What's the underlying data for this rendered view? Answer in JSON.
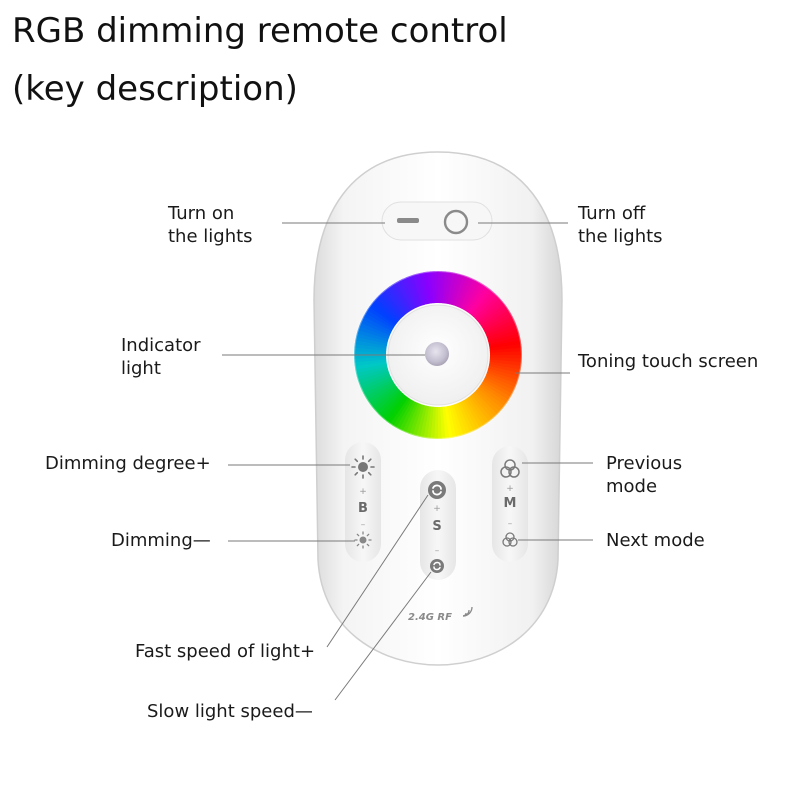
{
  "title": {
    "line1": "RGB dimming remote control",
    "line2": "(key description)"
  },
  "callouts": {
    "turn_on": [
      "Turn on",
      "the lights"
    ],
    "turn_off": [
      "Turn off",
      "the lights"
    ],
    "indicator": [
      "Indicator",
      "light"
    ],
    "toning": "Toning touch screen",
    "dim_up": "Dimming degree+",
    "previous_mode": [
      "Previous",
      "mode"
    ],
    "dim_down": "Dimming—",
    "next_mode": "Next mode",
    "fast_speed": "Fast speed of light+",
    "slow_speed": "Slow light speed—"
  },
  "remote": {
    "key_b": "B",
    "key_s": "S",
    "key_m": "M",
    "plus": "+",
    "minus": "–",
    "badge": "2.4G RF"
  },
  "icons": {
    "on": "minus-bar-icon",
    "off": "ring-icon",
    "brightness": "sun-icon",
    "speed": "swirl-icon",
    "mode": "rgb-circles-icon"
  },
  "colors": {
    "remote_body": "#f2f2f2",
    "leader_line": "#7a7a7a",
    "wheel": [
      "#ff0000",
      "#ff8c00",
      "#ffff00",
      "#00d000",
      "#00c8c8",
      "#0040ff",
      "#8a00ff",
      "#ff00a0"
    ]
  }
}
